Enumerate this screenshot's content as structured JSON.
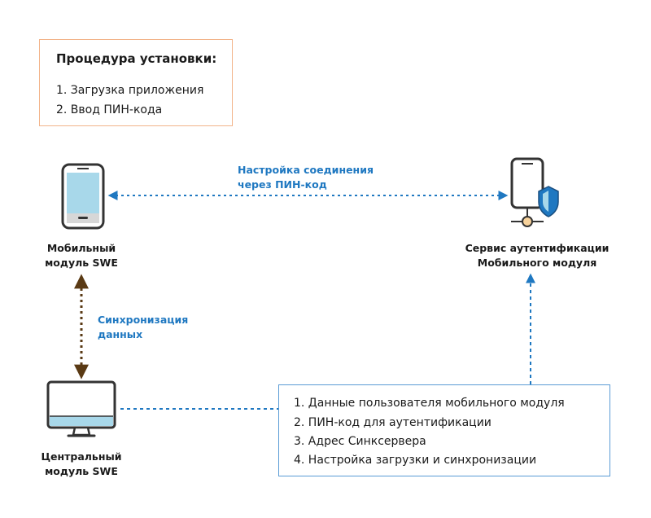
{
  "install_box": {
    "title": "Процедура установки:",
    "steps": [
      "1. Загрузка приложения",
      "2. Ввод ПИН-кода"
    ]
  },
  "mobile_module": {
    "line1": "Мобильный",
    "line2": "модуль SWE"
  },
  "auth_service": {
    "line1": "Сервис аутентификации",
    "line2": "Мобильного модуля"
  },
  "central_module": {
    "line1": "Центральный",
    "line2": "модуль SWE"
  },
  "connection_label": {
    "line1": "Настройка соединения",
    "line2": "через ПИН-код"
  },
  "sync_label": {
    "line1": "Синхронизация",
    "line2": "данных"
  },
  "info_box": {
    "items": [
      "1. Данные пользователя мобильного модуля",
      "2. ПИН-код для аутентификации",
      "3. Адрес Синксервера",
      "4. Настройка загрузки и синхронизации"
    ]
  },
  "colors": {
    "blue": "#1f78c1",
    "brown": "#5a3a14",
    "orange_border": "#f2b48a",
    "blue_border": "#5a9bd5",
    "screen_fill": "#a8d8ea"
  }
}
